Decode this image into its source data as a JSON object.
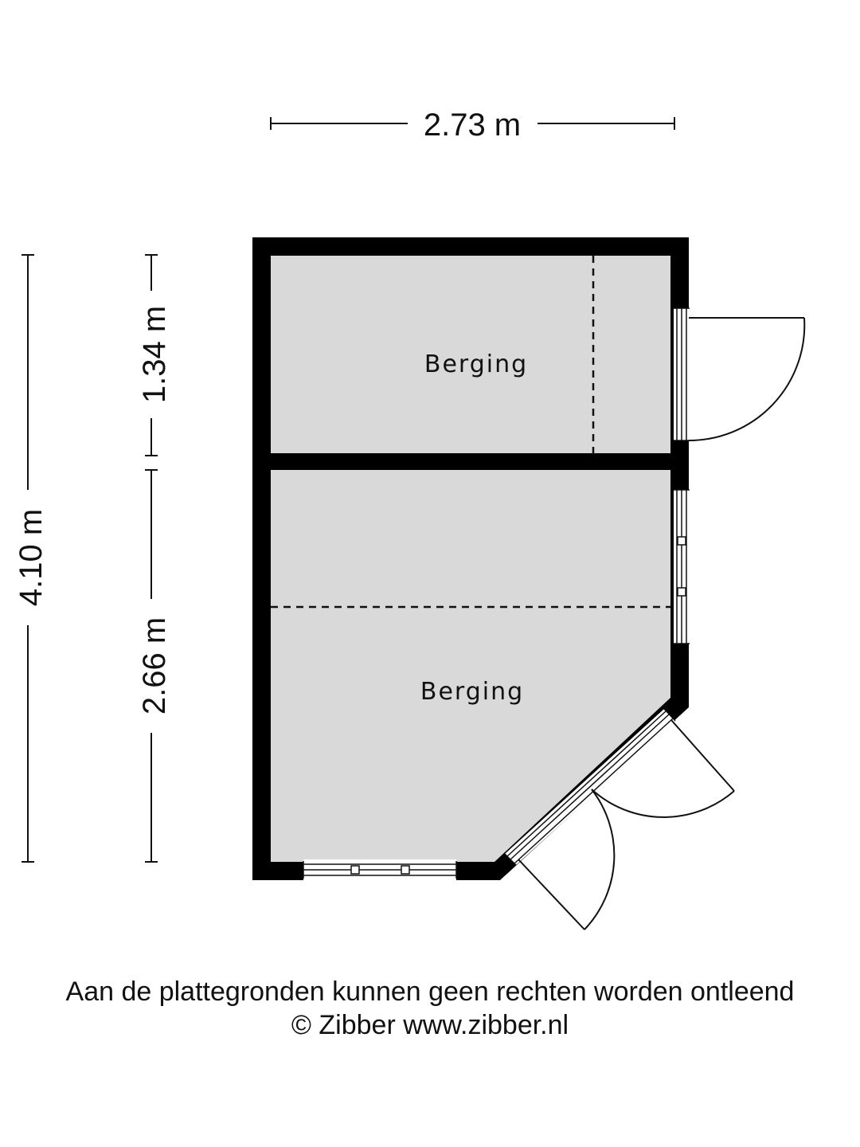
{
  "dimensions": {
    "width_top": "2.73 m",
    "total_height": "4.10 m",
    "upper_height": "1.34 m",
    "lower_height": "2.66 m"
  },
  "rooms": [
    {
      "label": "Berging"
    },
    {
      "label": "Berging"
    }
  ],
  "footer": {
    "disclaimer": "Aan de plattegronden kunnen geen rechten worden ontleend",
    "copyright": "© Zibber www.zibber.nl"
  },
  "colors": {
    "wall": "#000000",
    "floor": "#d9d9d9",
    "line": "#111111"
  }
}
